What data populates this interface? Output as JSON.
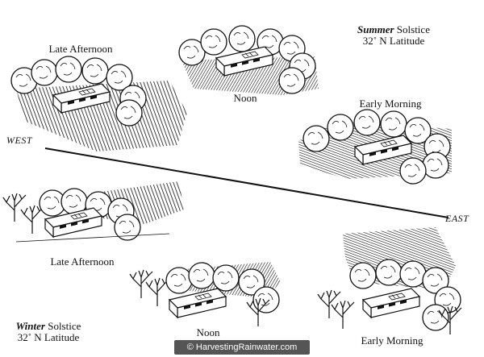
{
  "summer": {
    "season_word": "Summer",
    "solstice_word": "Solstice",
    "latitude": "32˚ N Latitude",
    "late_afternoon": "Late Afternoon",
    "noon": "Noon",
    "early_morning": "Early Morning"
  },
  "winter": {
    "season_word": "Winter",
    "solstice_word": "Solstice",
    "latitude": "32˚ N Latitude",
    "late_afternoon": "Late Afternoon",
    "noon": "Noon",
    "early_morning": "Early Morning"
  },
  "directions": {
    "west": "WEST",
    "east": "EAST"
  },
  "copyright": "© HarvestingRainwater.com",
  "colors": {
    "ink": "#111111",
    "shade": "#1a1a1a",
    "paper": "#ffffff",
    "badge": "#555555"
  }
}
